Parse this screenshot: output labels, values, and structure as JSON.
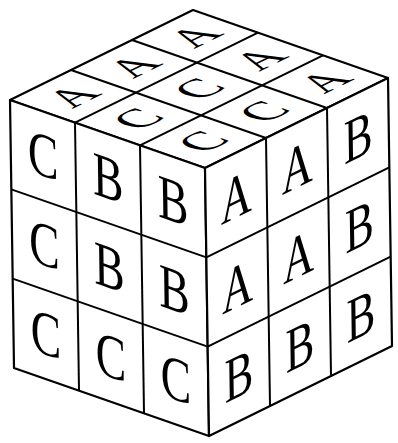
{
  "diagram": {
    "labels": [
      "A",
      "A",
      "A",
      "C",
      "C",
      "A",
      "C",
      "C",
      "A",
      "C",
      "B",
      "B",
      "C",
      "B",
      "B",
      "C",
      "C",
      "C",
      "A",
      "A",
      "B",
      "A",
      "A",
      "B",
      "B",
      "B",
      "B"
    ]
  }
}
